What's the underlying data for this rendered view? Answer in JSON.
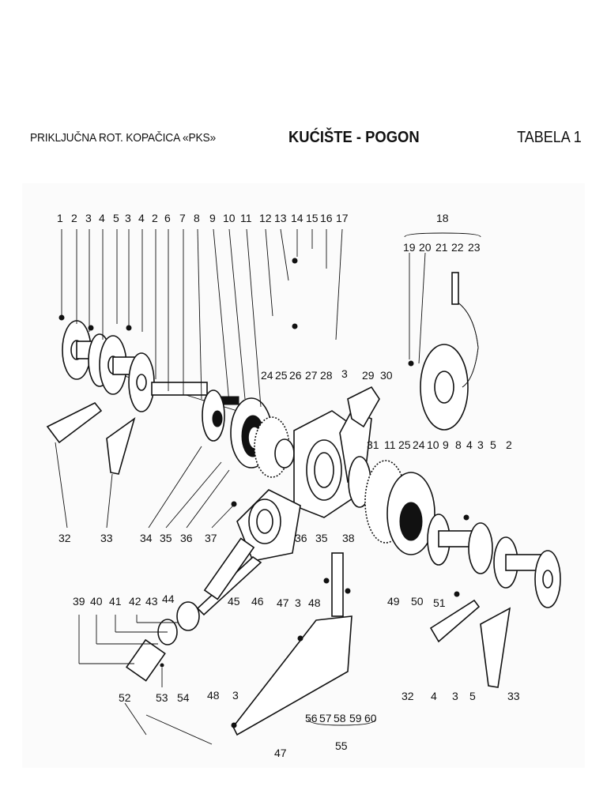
{
  "header": {
    "left": "PRIKLJUČNA  ROT. KOPAČICA «PKS»",
    "center": "KUĆIŠTE - POGON",
    "right": "TABELA 1"
  },
  "labels": {
    "top_row": [
      "1",
      "2",
      "3",
      "4",
      "5",
      "3",
      "4",
      "2",
      "6",
      "7",
      "8",
      "9",
      "10",
      "11",
      "12",
      "13",
      "14",
      "15",
      "16",
      "17"
    ],
    "group_18": "18",
    "group_18_items": [
      "19",
      "20",
      "21",
      "22",
      "23"
    ],
    "mid_row": [
      "24",
      "25",
      "26",
      "27",
      "28",
      "3",
      "29",
      "30"
    ],
    "right_row": [
      "31",
      "11",
      "25",
      "24",
      "10",
      "9",
      "8",
      "4",
      "3",
      "5",
      "2"
    ],
    "left_bottom": [
      "32",
      "33",
      "34",
      "35",
      "36",
      "37"
    ],
    "center_row": [
      "36",
      "35",
      "38"
    ],
    "shaft_row": [
      "45",
      "46",
      "49",
      "50",
      "51"
    ],
    "lower_left": [
      "39",
      "40",
      "41",
      "42",
      "43",
      "44"
    ],
    "lower_mid": [
      "47",
      "3",
      "48"
    ],
    "bottom_left": [
      "52",
      "53",
      "54"
    ],
    "bottom_mid": [
      "48",
      "3"
    ],
    "bottom_47": "47",
    "bottom_group": [
      "56",
      "57",
      "58",
      "59",
      "60"
    ],
    "group_55": "55",
    "bottom_right": [
      "32",
      "4",
      "3",
      "5",
      "33"
    ]
  }
}
